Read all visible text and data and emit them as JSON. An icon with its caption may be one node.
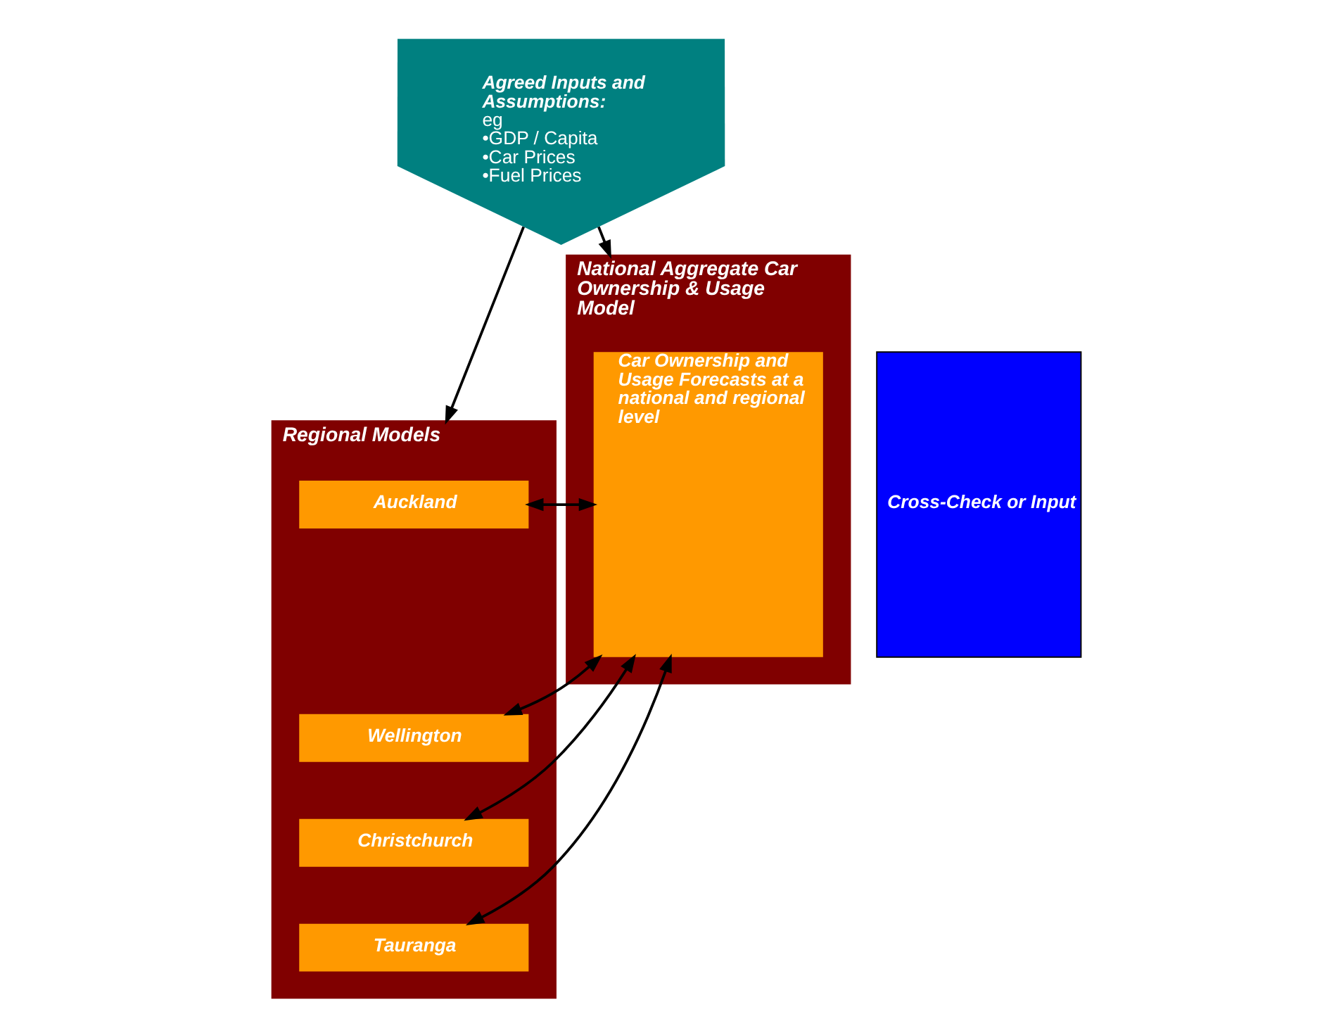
{
  "diagram": {
    "nodes": [
      {
        "text": [
          "Agreed Inputs and Assumptions:",
          "eg",
          "•GDP / Capita",
          "•Car Prices",
          "•Fuel Prices"
        ]
      },
      {
        "text": [
          "Regional Models"
        ]
      },
      {
        "text": [
          "Auckland"
        ],
        "in": 1
      },
      {
        "text": [
          "Wellington"
        ],
        "in": 1
      },
      {
        "text": [
          "Christchurch"
        ],
        "in": 1
      },
      {
        "text": [
          "Tauranga"
        ],
        "in": 1
      },
      {
        "text": [
          "National Aggregate Car Ownership & Usage Model"
        ]
      },
      {
        "text": [
          "Car Ownership and Usage Forecasts at a national and regional level"
        ],
        "in": 6
      },
      {
        "text": [
          "Cross-Check or Input"
        ]
      }
    ],
    "edges": [
      {
        "from": 0,
        "to": 1,
        "arrow": "to"
      },
      {
        "from": 0,
        "to": 6,
        "arrow": "to"
      },
      {
        "from": 2,
        "to": 7,
        "arrow": "both"
      },
      {
        "from": 3,
        "to": 7,
        "arrow": "both"
      },
      {
        "from": 4,
        "to": 7,
        "arrow": "both"
      },
      {
        "from": 5,
        "to": 7,
        "arrow": "both"
      }
    ]
  }
}
